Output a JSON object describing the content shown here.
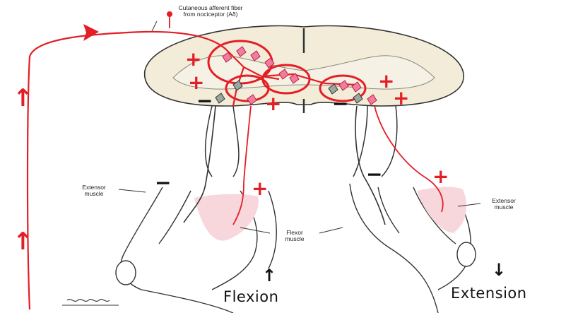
{
  "labels": {
    "afferent_line1": "Cutaneous afferent fiber",
    "afferent_line2": "from nociceptor (Aδ)",
    "extensor_left_line1": "Extensor",
    "extensor_left_line2": "muscle",
    "extensor_right_line1": "Extensor",
    "extensor_right_line2": "muscle",
    "flexor_line1": "Flexor",
    "flexor_line2": "muscle",
    "flexion": "Flexion",
    "extension": "Extension"
  },
  "symbols": {
    "plus": "+",
    "minus": "−",
    "up_arrow": "↑",
    "down_arrow": "↓"
  },
  "colors": {
    "pathway": "#e41e26",
    "muscle_fill": "#f7d6dc",
    "cord_fill": "#f2ecd9",
    "outline": "#333333"
  }
}
